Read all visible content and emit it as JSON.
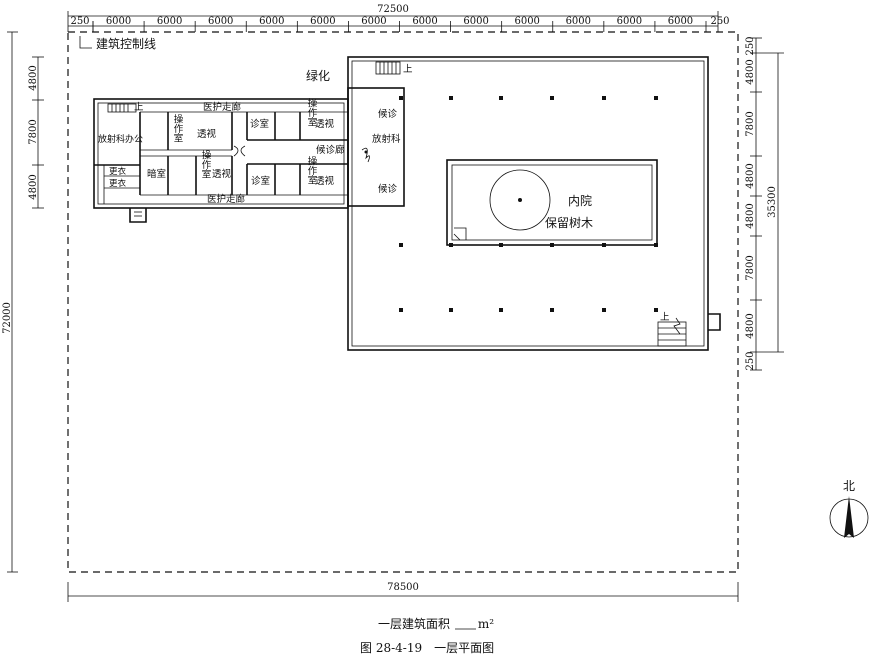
{
  "dimensions": {
    "top_total": "72500",
    "top_edge": "250",
    "top_bays": [
      "6000",
      "6000",
      "6000",
      "6000",
      "6000",
      "6000",
      "6000",
      "6000",
      "6000",
      "6000",
      "6000",
      "6000"
    ],
    "left_bays": [
      "4800",
      "7800",
      "4800"
    ],
    "left_total": "72000",
    "right_bays": [
      "250",
      "4800",
      "7800",
      "4800",
      "4800",
      "7800",
      "4800",
      "250"
    ],
    "right_total": "35300",
    "bottom_total": "78500"
  },
  "labels": {
    "control_line": "建筑控制线",
    "greenery": "绿化",
    "stair_up": "上",
    "courtyard": "内院",
    "trees": "保留树木",
    "north": "北"
  },
  "rooms": {
    "corridor": "医护走廊",
    "operation": "操作室",
    "fluoroscopy": "透视",
    "exam": "诊室",
    "waiting": "候诊",
    "waiting_hall": "候诊廊",
    "radiology": "放射科",
    "radiology_office": "放射科办公",
    "darkroom": "暗室",
    "changing": "更衣"
  },
  "caption": {
    "area_prefix": "一层建筑面积",
    "area_unit": "m²",
    "figure": "图 28-4-19　一层平面图"
  }
}
